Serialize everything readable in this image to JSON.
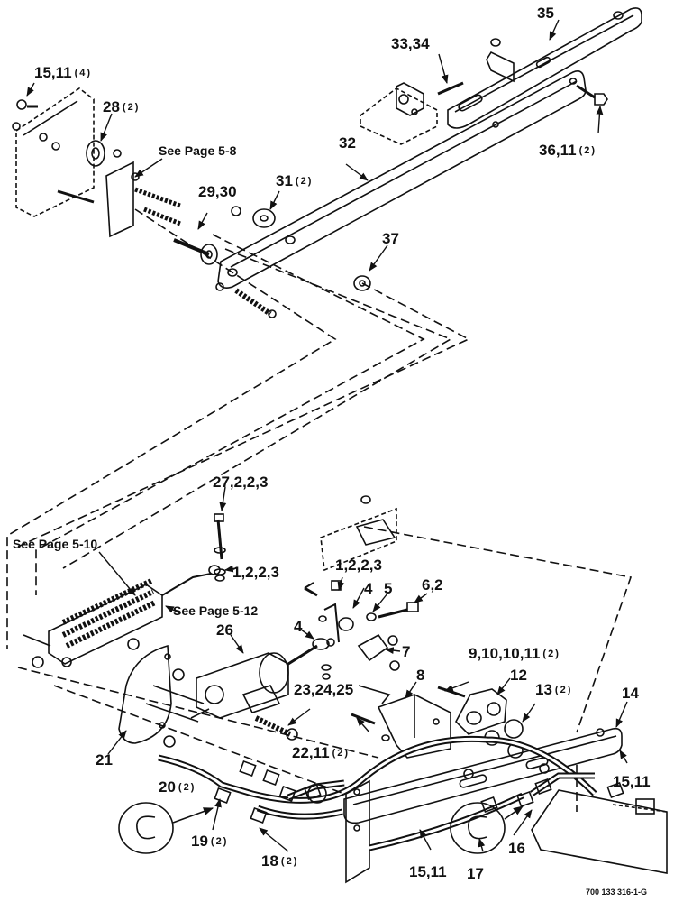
{
  "callouts": {
    "c35": {
      "num": "35",
      "qty": ""
    },
    "c33_34": {
      "num": "33,34",
      "qty": ""
    },
    "c15_11_top": {
      "num": "15,11",
      "qty": "(4)"
    },
    "c28": {
      "num": "28",
      "qty": "(2)"
    },
    "c32": {
      "num": "32",
      "qty": ""
    },
    "c36_11": {
      "num": "36,11",
      "qty": "(2)"
    },
    "c31": {
      "num": "31",
      "qty": "(2)"
    },
    "c29_30": {
      "num": "29,30",
      "qty": ""
    },
    "c37": {
      "num": "37",
      "qty": ""
    },
    "c27": {
      "num": "27,2,2,3",
      "qty": ""
    },
    "c1_left": {
      "num": "1,2,2,3",
      "qty": ""
    },
    "c1_right": {
      "num": "1,2,2,3",
      "qty": ""
    },
    "c4_top": {
      "num": "4",
      "qty": ""
    },
    "c5": {
      "num": "5",
      "qty": ""
    },
    "c6_2": {
      "num": "6,2",
      "qty": ""
    },
    "c26": {
      "num": "26",
      "qty": ""
    },
    "c4_mid": {
      "num": "4",
      "qty": ""
    },
    "c7": {
      "num": "7",
      "qty": ""
    },
    "c9": {
      "num": "9,10,10,11",
      "qty": "(2)"
    },
    "c12": {
      "num": "12",
      "qty": ""
    },
    "c8": {
      "num": "8",
      "qty": ""
    },
    "c13": {
      "num": "13",
      "qty": "(2)"
    },
    "c14": {
      "num": "14",
      "qty": ""
    },
    "c23": {
      "num": "23,24,25",
      "qty": ""
    },
    "c22": {
      "num": "22,11",
      "qty": "(2)"
    },
    "c21": {
      "num": "21",
      "qty": ""
    },
    "c20": {
      "num": "20",
      "qty": "(2)"
    },
    "c15_11_right": {
      "num": "15,11",
      "qty": ""
    },
    "c19": {
      "num": "19",
      "qty": "(2)"
    },
    "c16": {
      "num": "16",
      "qty": ""
    },
    "c18": {
      "num": "18",
      "qty": "(2)"
    },
    "c15_11_bottom": {
      "num": "15,11",
      "qty": ""
    },
    "c17": {
      "num": "17",
      "qty": ""
    }
  },
  "page_refs": {
    "p58": "See Page 5-8",
    "p510": "See Page 5-10",
    "p512": "See Page 5-12"
  },
  "figure_id": "700 133 316-1-G"
}
